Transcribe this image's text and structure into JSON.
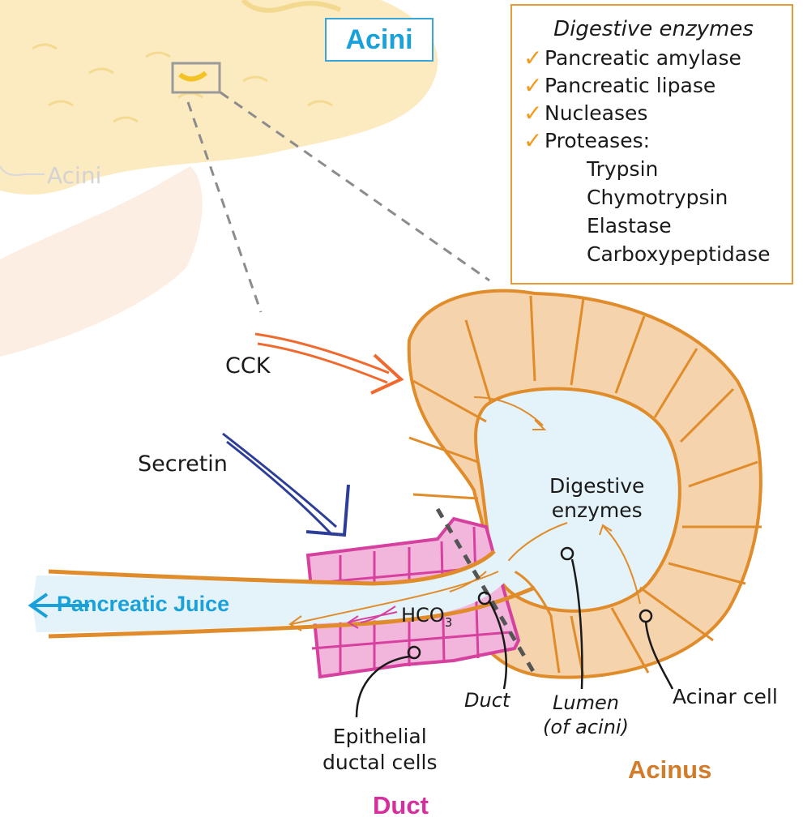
{
  "acini_box_label": "Acini",
  "acini_faint_label": "Acini",
  "enzyme_box": {
    "title": "Digestive enzymes",
    "items": [
      "Pancreatic amylase",
      "Pancreatic lipase",
      "Nucleases",
      "Proteases:"
    ],
    "proteases": [
      "Trypsin",
      "Chymotrypsin",
      "Elastase",
      "Carboxypeptidase"
    ]
  },
  "labels": {
    "cck": "CCK",
    "secretin": "Secretin",
    "pancreatic_juice": "Pancreatic Juice",
    "digestive_enzymes": [
      "Digestive",
      "enzymes"
    ],
    "hco3": "HCO",
    "hco3_sub": "3",
    "duct_label": "Duct",
    "lumen": [
      "Lumen",
      "(of acini)"
    ],
    "acinar_cell": "Acinar cell",
    "epithelial": [
      "Epithelial",
      "ductal cells"
    ],
    "acinus_title": "Acinus",
    "duct_title": "Duct"
  },
  "colors": {
    "acinus_fill": "#f5d3ad",
    "acinus_stroke": "#e08c2a",
    "lumen_fill": "#e3f3f9",
    "duct_fill": "#f2b6dc",
    "duct_stroke": "#d6409f",
    "cck_arrow": "#f06a2f",
    "secretin_arrow": "#2d3e98",
    "juice_text": "#1aa1d9",
    "acinus_title": "#d27c2a",
    "duct_title": "#d62e9c",
    "pancreas_bg": "#fcebc0"
  },
  "icons": [
    "check-icon",
    "cck-arrow-icon",
    "secretin-arrow-icon",
    "juice-arrow-icon",
    "zoom-box-icon"
  ]
}
